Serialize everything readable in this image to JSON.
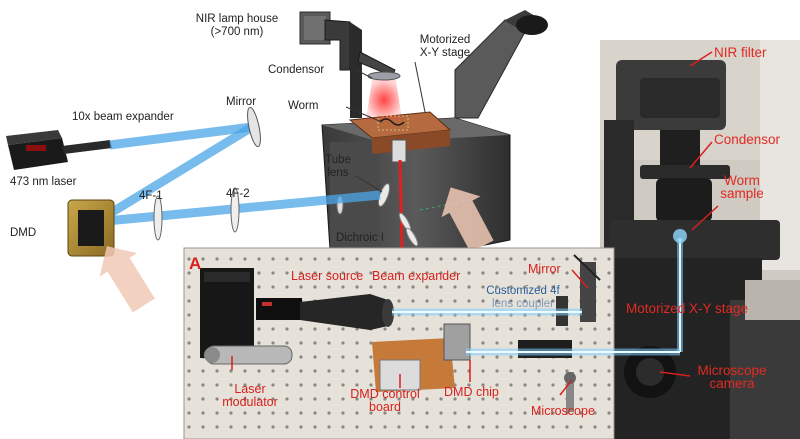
{
  "colors": {
    "red_label": "#d8201e",
    "beam_blue": "#4aa6e8",
    "laser_red": "#e02020",
    "pegboard": "#e4e0d8"
  },
  "top": {
    "nir_lamp_house": "NIR lamp house",
    "nir_lamp_range": "(>700 nm)",
    "motorized_xy_line1": "Motorized",
    "motorized_xy_line2": "X-Y stage",
    "condensor": "Condensor",
    "worm": "Worm",
    "tube_lens_line1": "Tube",
    "tube_lens_line2": "lens",
    "dichroic": "Dichroic I",
    "mirror": "Mirror",
    "beam_expander": "10x beam expander",
    "laser_473": "473 nm laser",
    "dmd": "DMD",
    "lens_4f1": "4F-1",
    "lens_4f2": "4F-2"
  },
  "panel_a": {
    "letter": "A",
    "laser_source": "Laser source",
    "beam_expander": "Beam expander",
    "mirror": "Mirror",
    "customized_4f_line1": "Customized 4f",
    "customized_4f_line2": "lens coupler",
    "laser_modulator_line1": "Laser",
    "laser_modulator_line2": "modulator",
    "dmd_control_line1": "DMD control",
    "dmd_control_line2": "board",
    "dmd_chip": "DMD chip",
    "microscope": "Microscope"
  },
  "right": {
    "nir_filter": "NIR filter",
    "condensor": "Condensor",
    "worm_sample_line1": "Worm",
    "worm_sample_line2": "sample",
    "motorized_xy": "Motorized X-Y stage",
    "microscope_camera_line1": "Microscope",
    "microscope_camera_line2": "camera"
  }
}
